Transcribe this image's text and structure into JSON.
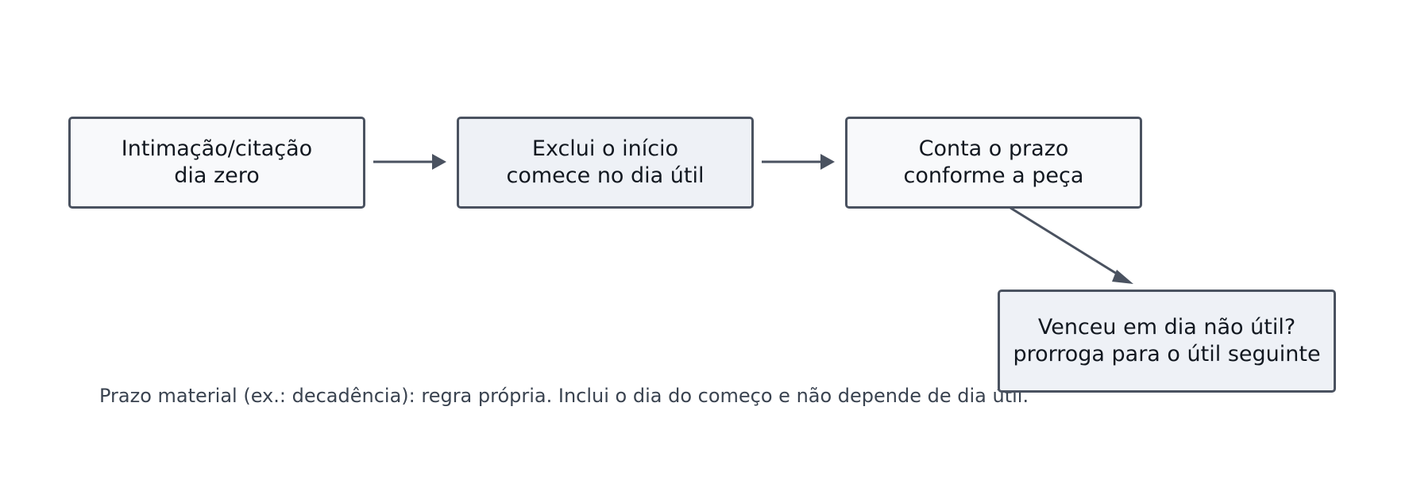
{
  "nodes": [
    {
      "id": "n1",
      "lines": [
        "Intimação/citação",
        "dia zero"
      ]
    },
    {
      "id": "n2",
      "lines": [
        "Exclui o início",
        "comece no dia útil"
      ]
    },
    {
      "id": "n3",
      "lines": [
        "Conta o prazo",
        "conforme a peça"
      ]
    },
    {
      "id": "n4",
      "lines": [
        "Venceu em dia não útil?",
        "prorroga para o útil seguinte"
      ]
    }
  ],
  "edges": [
    {
      "from": "n1",
      "to": "n2"
    },
    {
      "from": "n2",
      "to": "n3"
    },
    {
      "from": "n3",
      "to": "n4"
    }
  ],
  "footnote": "Prazo material (ex.: decadência): regra própria. Inclui o dia do começo e não depende de dia útil.",
  "colors": {
    "stroke": "#4a5260",
    "node_fill_light": "#f8f9fb",
    "node_fill_tint": "#eef1f6",
    "text": "#121820",
    "footnote_text": "#3a4350"
  }
}
